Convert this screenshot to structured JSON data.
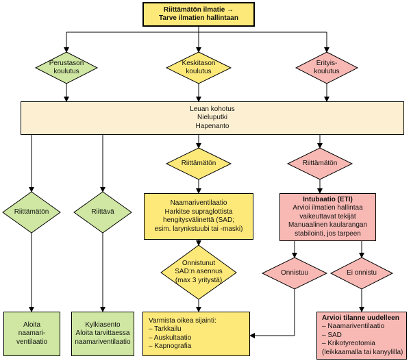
{
  "start": {
    "lines": [
      "Riittämätön ilmatie →",
      "Tarve ilmatien hallintaan"
    ]
  },
  "training": {
    "basic": [
      "Perustason",
      "koulutus"
    ],
    "intermediate": [
      "Keskitason",
      "koulutus"
    ],
    "special": [
      "Erityis-",
      "koulutus"
    ]
  },
  "basic_actions": {
    "lines": [
      "Leuan kohotus",
      "Nieluputki",
      "Hapenanto"
    ]
  },
  "diamonds": {
    "mid_insufficient": [
      "Riittämätön"
    ],
    "right_insufficient": [
      "Riittämätön"
    ],
    "left_insufficient": [
      "Riittämätön"
    ],
    "left_sufficient": [
      "Riittävä"
    ],
    "sad_success": [
      "Onnistunut",
      "SAD:n asennus",
      "(max 3 yritystä)"
    ],
    "eti_success": [
      "Onnistuu"
    ],
    "eti_fail": [
      "Ei onnistu"
    ]
  },
  "boxes": {
    "mask_sad": [
      "Naamariventilaatio",
      "Harkitse supraglottista",
      "hengitysvälinettä (SAD;",
      "esim. larynkstuubi tai -maski)"
    ],
    "intubation_title": "Intubaatio (ETI)",
    "intubation": [
      "Arvioi ilmatien hallintaa",
      "vaikeuttavat tekijät",
      "Manuaalinen kaularangan",
      "stabilointi, jos tarpeen"
    ],
    "start_mask": [
      "Aloita",
      "naamari-",
      "ventilaatio"
    ],
    "recovery": [
      "Kylkiasento",
      "Aloita tarvittaessa",
      "naamariventilaatio"
    ],
    "verify": [
      "Varmista oikea sijainti:",
      "– Tarkkailu",
      "– Auskultaatio",
      "– Kapnografia"
    ],
    "reassess_title": "Arvioi tilanne uudelleen",
    "reassess": [
      "– Naamariventilaatio",
      "– SAD",
      "– Krikotyreotomia",
      "(leikkaamalla tai kanyylilla)"
    ]
  },
  "colors": {
    "yellow": "#fde97a",
    "green": "#cfe7a3",
    "pink": "#f8b9b4",
    "cream": "#fdf0d2",
    "line": "#000000"
  }
}
